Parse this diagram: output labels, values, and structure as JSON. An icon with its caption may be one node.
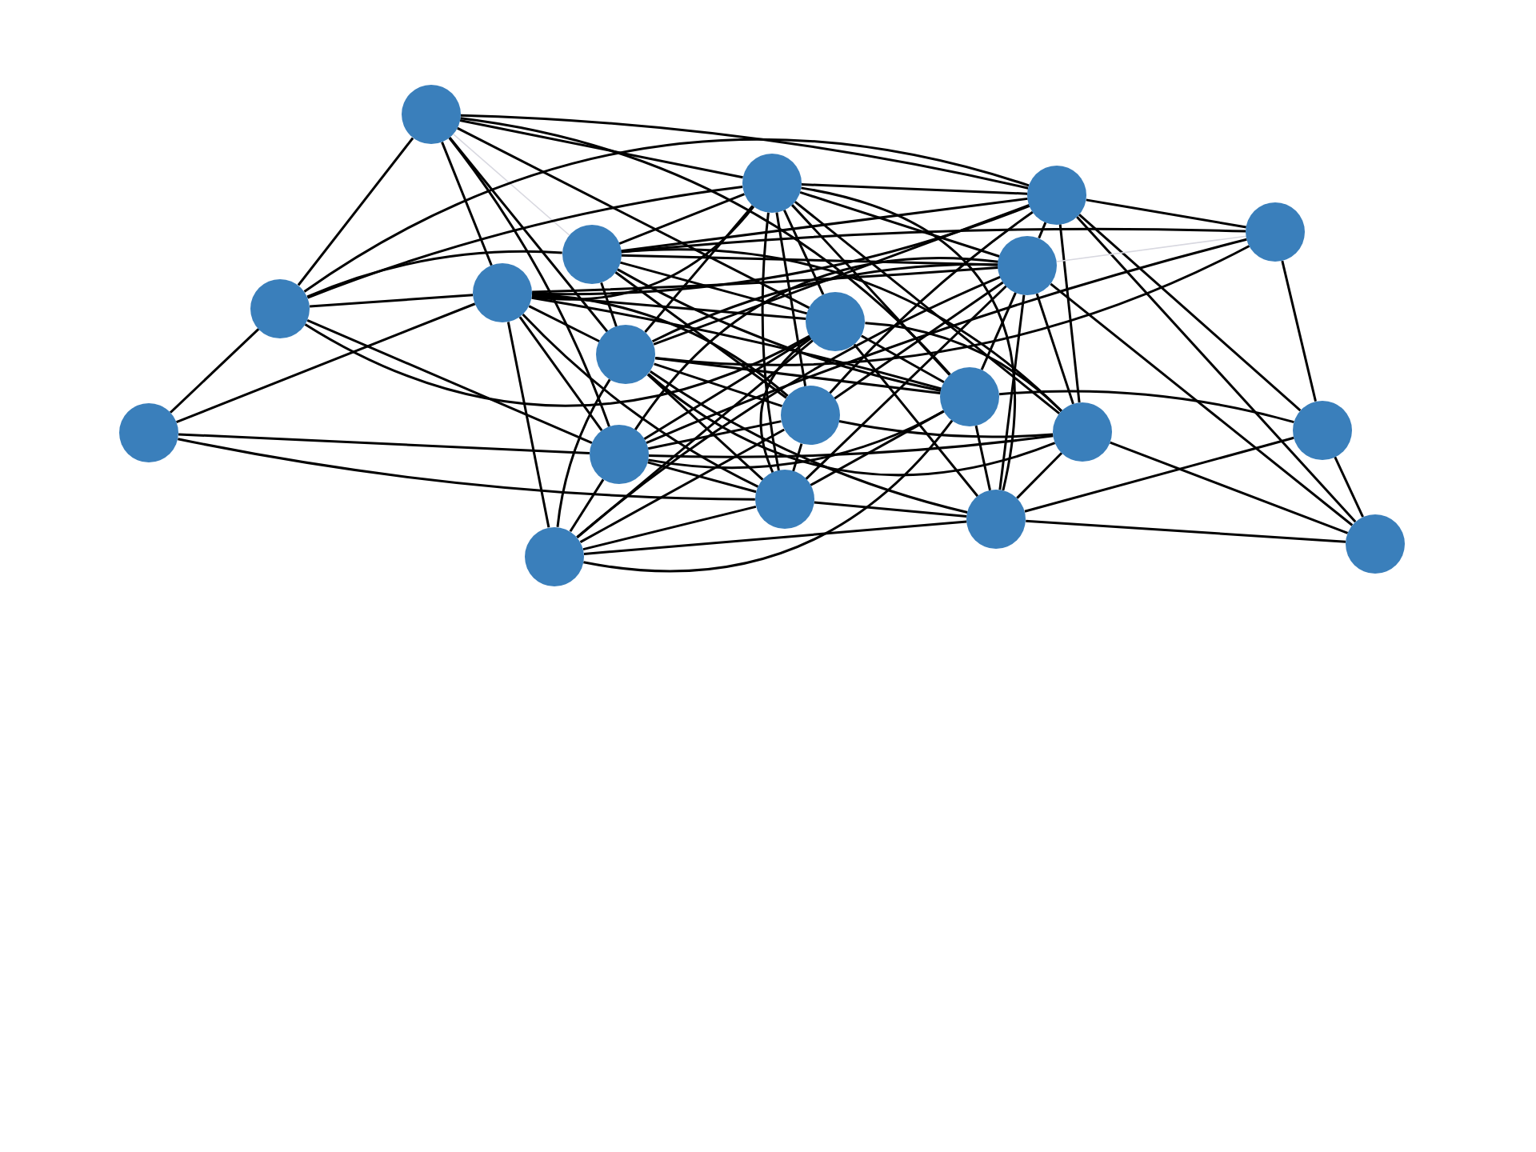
{
  "diagram": {
    "nodes": [
      {
        "text": [],
        "shape": "circle"
      },
      {
        "text": [],
        "shape": "circle"
      },
      {
        "text": [],
        "shape": "circle"
      },
      {
        "text": [],
        "shape": "circle"
      },
      {
        "text": [],
        "shape": "circle"
      },
      {
        "text": [],
        "shape": "circle"
      },
      {
        "text": [],
        "shape": "circle"
      },
      {
        "text": [],
        "shape": "circle"
      },
      {
        "text": [],
        "shape": "circle"
      },
      {
        "text": [],
        "shape": "circle"
      },
      {
        "text": [],
        "shape": "circle"
      },
      {
        "text": [],
        "shape": "circle"
      },
      {
        "text": [],
        "shape": "circle"
      },
      {
        "text": [],
        "shape": "circle"
      },
      {
        "text": [],
        "shape": "circle"
      },
      {
        "text": [],
        "shape": "circle"
      },
      {
        "text": [],
        "shape": "circle"
      },
      {
        "text": [],
        "shape": "circle"
      },
      {
        "text": [],
        "shape": "circle"
      },
      {
        "text": [],
        "shape": "circle"
      }
    ],
    "edges": [
      {
        "from": 0,
        "to": 7,
        "arrow": "none"
      },
      {
        "from": 0,
        "to": 1,
        "arrow": "none"
      },
      {
        "from": 0,
        "to": 2,
        "arrow": "none"
      },
      {
        "from": 0,
        "to": 8,
        "arrow": "none"
      },
      {
        "from": 0,
        "to": 6,
        "arrow": "none"
      },
      {
        "from": 0,
        "to": 9,
        "arrow": "none"
      },
      {
        "from": 0,
        "to": 15,
        "arrow": "none"
      },
      {
        "from": 0,
        "to": 10,
        "arrow": "none"
      },
      {
        "from": 0,
        "to": 4,
        "arrow": "none",
        "color": "#d8d8e0"
      },
      {
        "from": 7,
        "to": 14,
        "arrow": "none"
      },
      {
        "from": 7,
        "to": 1,
        "arrow": "none"
      },
      {
        "from": 7,
        "to": 2,
        "arrow": "none"
      },
      {
        "from": 7,
        "to": 6,
        "arrow": "none"
      },
      {
        "from": 7,
        "to": 4,
        "arrow": "none"
      },
      {
        "from": 7,
        "to": 8,
        "arrow": "none"
      },
      {
        "from": 7,
        "to": 15,
        "arrow": "none"
      },
      {
        "from": 14,
        "to": 6,
        "arrow": "none"
      },
      {
        "from": 14,
        "to": 15,
        "arrow": "none"
      },
      {
        "from": 14,
        "to": 16,
        "arrow": "none"
      },
      {
        "from": 6,
        "to": 1,
        "arrow": "none"
      },
      {
        "from": 6,
        "to": 2,
        "arrow": "none"
      },
      {
        "from": 6,
        "to": 5,
        "arrow": "none"
      },
      {
        "from": 6,
        "to": 8,
        "arrow": "none"
      },
      {
        "from": 6,
        "to": 9,
        "arrow": "none"
      },
      {
        "from": 6,
        "to": 19,
        "arrow": "none"
      },
      {
        "from": 6,
        "to": 15,
        "arrow": "none"
      },
      {
        "from": 6,
        "to": 10,
        "arrow": "none"
      },
      {
        "from": 6,
        "to": 11,
        "arrow": "none"
      },
      {
        "from": 6,
        "to": 16,
        "arrow": "none"
      },
      {
        "from": 4,
        "to": 1,
        "arrow": "none"
      },
      {
        "from": 4,
        "to": 2,
        "arrow": "none"
      },
      {
        "from": 4,
        "to": 5,
        "arrow": "none"
      },
      {
        "from": 4,
        "to": 8,
        "arrow": "none"
      },
      {
        "from": 4,
        "to": 9,
        "arrow": "none"
      },
      {
        "from": 4,
        "to": 10,
        "arrow": "none"
      },
      {
        "from": 4,
        "to": 11,
        "arrow": "none"
      },
      {
        "from": 4,
        "to": 13,
        "arrow": "none"
      },
      {
        "from": 1,
        "to": 9,
        "arrow": "none"
      },
      {
        "from": 1,
        "to": 11,
        "arrow": "none"
      },
      {
        "from": 1,
        "to": 16,
        "arrow": "none"
      },
      {
        "from": 1,
        "to": 10,
        "arrow": "none"
      },
      {
        "from": 1,
        "to": 13,
        "arrow": "none"
      },
      {
        "from": 1,
        "to": 5,
        "arrow": "none"
      },
      {
        "from": 1,
        "to": 2,
        "arrow": "none"
      },
      {
        "from": 1,
        "to": 8,
        "arrow": "none"
      },
      {
        "from": 1,
        "to": 17,
        "arrow": "none"
      },
      {
        "from": 2,
        "to": 3,
        "arrow": "none"
      },
      {
        "from": 2,
        "to": 5,
        "arrow": "none"
      },
      {
        "from": 2,
        "to": 9,
        "arrow": "none"
      },
      {
        "from": 2,
        "to": 11,
        "arrow": "none"
      },
      {
        "from": 2,
        "to": 12,
        "arrow": "none"
      },
      {
        "from": 2,
        "to": 18,
        "arrow": "none"
      },
      {
        "from": 2,
        "to": 13,
        "arrow": "none"
      },
      {
        "from": 3,
        "to": 5,
        "arrow": "none",
        "color": "#d8d8e0"
      },
      {
        "from": 3,
        "to": 15,
        "arrow": "none"
      },
      {
        "from": 3,
        "to": 12,
        "arrow": "none"
      },
      {
        "from": 3,
        "to": 4,
        "arrow": "none"
      },
      {
        "from": 3,
        "to": 9,
        "arrow": "none"
      },
      {
        "from": 5,
        "to": 9,
        "arrow": "none"
      },
      {
        "from": 5,
        "to": 15,
        "arrow": "none"
      },
      {
        "from": 5,
        "to": 19,
        "arrow": "none"
      },
      {
        "from": 5,
        "to": 11,
        "arrow": "none"
      },
      {
        "from": 5,
        "to": 10,
        "arrow": "none"
      },
      {
        "from": 5,
        "to": 13,
        "arrow": "none"
      },
      {
        "from": 5,
        "to": 17,
        "arrow": "none"
      },
      {
        "from": 5,
        "to": 16,
        "arrow": "none"
      },
      {
        "from": 5,
        "to": 18,
        "arrow": "none"
      },
      {
        "from": 8,
        "to": 19,
        "arrow": "none"
      },
      {
        "from": 8,
        "to": 15,
        "arrow": "none"
      },
      {
        "from": 8,
        "to": 16,
        "arrow": "none"
      },
      {
        "from": 8,
        "to": 10,
        "arrow": "none"
      },
      {
        "from": 8,
        "to": 13,
        "arrow": "none"
      },
      {
        "from": 8,
        "to": 17,
        "arrow": "none"
      },
      {
        "from": 9,
        "to": 11,
        "arrow": "none"
      },
      {
        "from": 9,
        "to": 16,
        "arrow": "none"
      },
      {
        "from": 9,
        "to": 17,
        "arrow": "none"
      },
      {
        "from": 9,
        "to": 10,
        "arrow": "none"
      },
      {
        "from": 9,
        "to": 19,
        "arrow": "none"
      },
      {
        "from": 9,
        "to": 13,
        "arrow": "none"
      },
      {
        "from": 10,
        "to": 17,
        "arrow": "none"
      },
      {
        "from": 10,
        "to": 19,
        "arrow": "none"
      },
      {
        "from": 10,
        "to": 15,
        "arrow": "none"
      },
      {
        "from": 10,
        "to": 12,
        "arrow": "none"
      },
      {
        "from": 10,
        "to": 16,
        "arrow": "none"
      },
      {
        "from": 11,
        "to": 16,
        "arrow": "none"
      },
      {
        "from": 11,
        "to": 19,
        "arrow": "none"
      },
      {
        "from": 11,
        "to": 15,
        "arrow": "none"
      },
      {
        "from": 11,
        "to": 13,
        "arrow": "none"
      },
      {
        "from": 12,
        "to": 18,
        "arrow": "none"
      },
      {
        "from": 12,
        "to": 17,
        "arrow": "none"
      },
      {
        "from": 13,
        "to": 17,
        "arrow": "none"
      },
      {
        "from": 13,
        "to": 18,
        "arrow": "none"
      },
      {
        "from": 13,
        "to": 15,
        "arrow": "none"
      },
      {
        "from": 15,
        "to": 16,
        "arrow": "none"
      },
      {
        "from": 15,
        "to": 19,
        "arrow": "none"
      },
      {
        "from": 16,
        "to": 17,
        "arrow": "none"
      },
      {
        "from": 16,
        "to": 19,
        "arrow": "none"
      },
      {
        "from": 17,
        "to": 18,
        "arrow": "none"
      },
      {
        "from": 17,
        "to": 19,
        "arrow": "none"
      }
    ]
  }
}
